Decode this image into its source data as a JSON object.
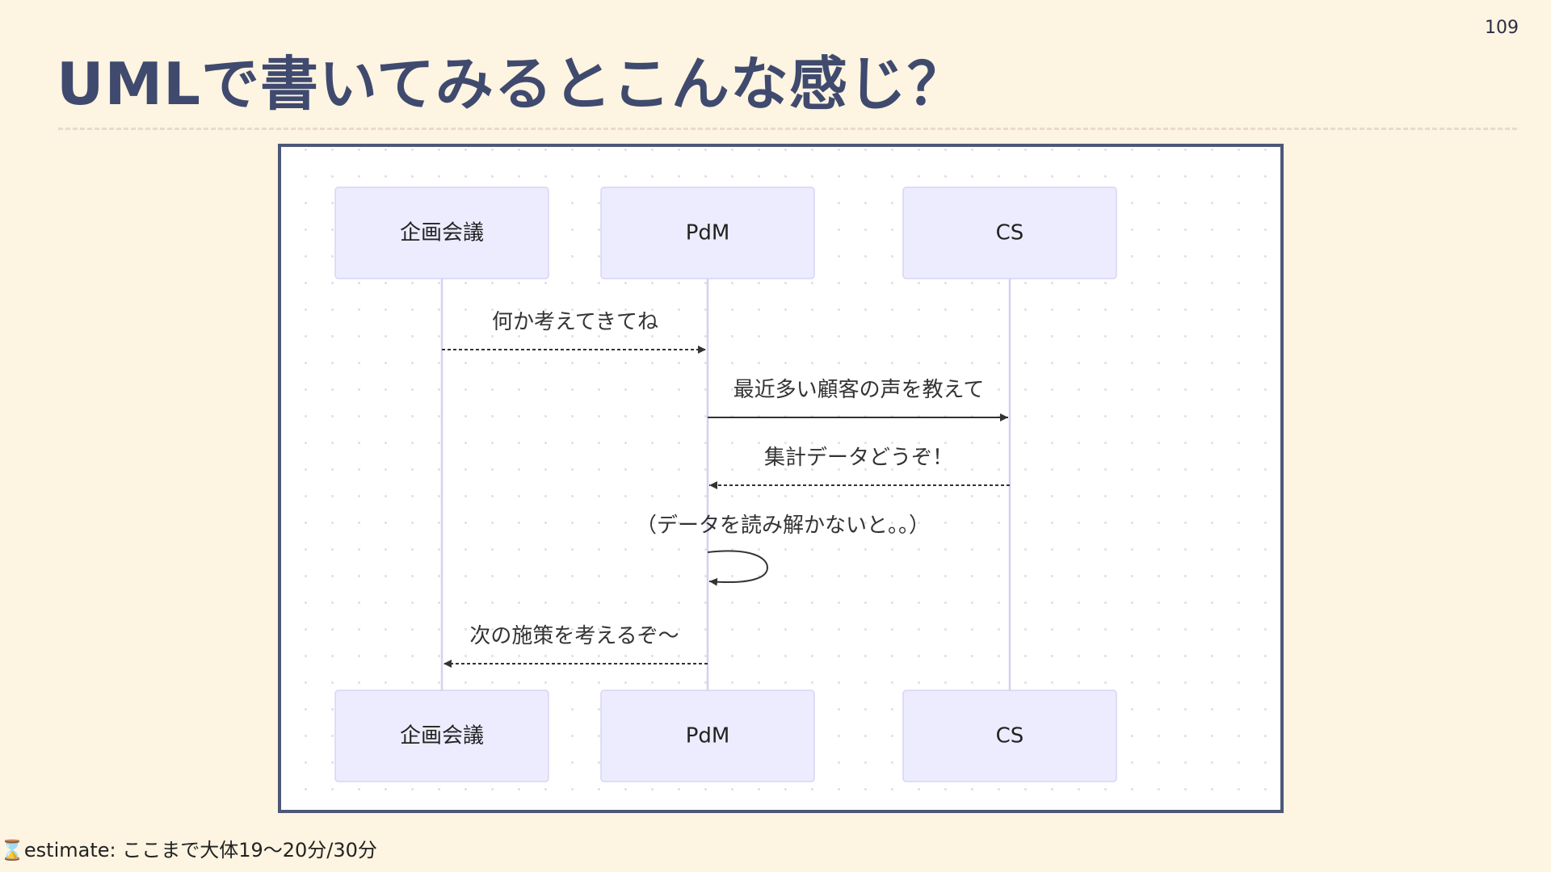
{
  "slide": {
    "page_number": "109",
    "title": "UMLで書いてみるとこんな感じ？",
    "estimate_icon": "hourglass-icon",
    "estimate_text": "estimate: ここまで大体19〜20分/30分"
  },
  "diagram": {
    "type": "sequence",
    "actors": [
      {
        "id": "planning",
        "label": "企画会議"
      },
      {
        "id": "pdm",
        "label": "PdM"
      },
      {
        "id": "cs",
        "label": "CS"
      }
    ],
    "messages": [
      {
        "from": "planning",
        "to": "pdm",
        "label": "何か考えてきてね",
        "style": "dashed"
      },
      {
        "from": "pdm",
        "to": "cs",
        "label": "最近多い顧客の声を教えて",
        "style": "solid"
      },
      {
        "from": "cs",
        "to": "pdm",
        "label": "集計データどうぞ！",
        "style": "dashed"
      },
      {
        "from": "pdm",
        "to": "pdm",
        "label": "（データを読み解かないと。。）",
        "style": "solid"
      },
      {
        "from": "pdm",
        "to": "planning",
        "label": "次の施策を考えるぞ〜",
        "style": "dashed"
      }
    ]
  },
  "colors": {
    "background": "#fdf4e1",
    "title": "#3f4a6e",
    "frame_border": "#4d5878",
    "actor_fill": "#ececfe",
    "lifeline": "#d6d0f2",
    "message": "#333333"
  }
}
